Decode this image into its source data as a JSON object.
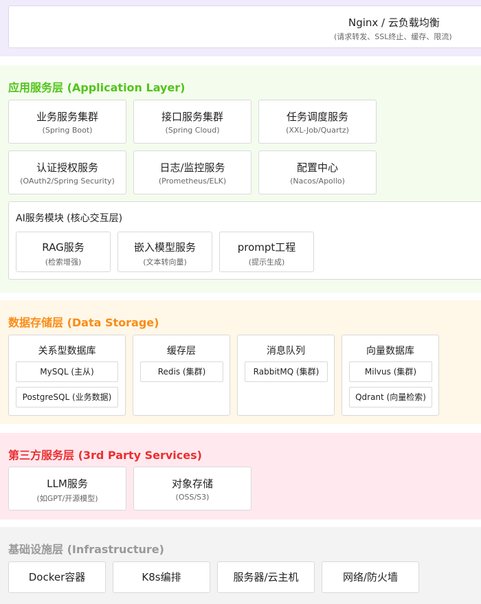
{
  "nginx": {
    "title": "Nginx / 云负载均衡",
    "subtitle": "(请求转发、SSL终止、缓存、限流)"
  },
  "app_layer": {
    "title": "应用服务层 (Application Layer)",
    "color": "#52c41a",
    "services": [
      {
        "name": "业务服务集群",
        "sub": "(Spring Boot)"
      },
      {
        "name": "接口服务集群",
        "sub": "(Spring Cloud)"
      },
      {
        "name": "任务调度服务",
        "sub": "(XXL-Job/Quartz)"
      },
      {
        "name": "认证授权服务",
        "sub": "(OAuth2/Spring Security)"
      },
      {
        "name": "日志/监控服务",
        "sub": "(Prometheus/ELK)"
      },
      {
        "name": "配置中心",
        "sub": "(Nacos/Apollo)"
      }
    ],
    "ai_module": {
      "title": "AI服务模块 (核心交互层)",
      "items": [
        {
          "name": "RAG服务",
          "sub": "(检索增强)"
        },
        {
          "name": "嵌入模型服务",
          "sub": "(文本转向量)"
        },
        {
          "name": "prompt工程",
          "sub": "(提示生成)"
        }
      ]
    }
  },
  "data_layer": {
    "title": "数据存储层 (Data Storage)",
    "color": "#fa8c16",
    "groups": [
      {
        "name": "关系型数据库",
        "items": [
          "MySQL (主从)",
          "PostgreSQL (业务数据)"
        ]
      },
      {
        "name": "缓存层",
        "items": [
          "Redis (集群)"
        ]
      },
      {
        "name": "消息队列",
        "items": [
          "RabbitMQ (集群)"
        ]
      },
      {
        "name": "向量数据库",
        "items": [
          "Milvus (集群)",
          "Qdrant (向量检索)"
        ]
      }
    ]
  },
  "third_party": {
    "title": "第三方服务层 (3rd Party Services)",
    "color": "#eb2f2f",
    "services": [
      {
        "name": "LLM服务",
        "sub": "(如GPT/开源模型)"
      },
      {
        "name": "对象存储",
        "sub": "(OSS/S3)"
      }
    ]
  },
  "infra": {
    "title": "基础设施层 (Infrastructure)",
    "color": "#999999",
    "items": [
      "Docker容器",
      "K8s编排",
      "服务器/云主机",
      "网络/防火墙"
    ]
  }
}
